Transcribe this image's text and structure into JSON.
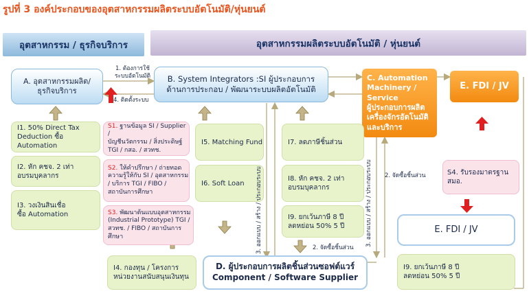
{
  "title": "รูปที่ 3 องค์ประกอบของอุตสาหกรรมผลิตระบบอัตโนมัติ/หุ่นยนต์",
  "bands": {
    "left": "อุตสาหกรรม / ธุรกิจบริการ",
    "right": "อุตสาหกรรมผลิตระบบอัตโนมัติ / หุ่นยนต์"
  },
  "boxes": {
    "a": "A. อุตสาหกรรมผลิต/\nธุรกิจบริการ",
    "b": "B. System Integrators :SI ผู้ประกอบการ\nด้านการประกอบ / พัฒนาระบบผลิตอัตโนมัติ",
    "c": "C. Automation\nMachinery /\nService\nผู้ประกอบการผลิต\nเครื่องจักรอัตโนมัติ\nและบริการ",
    "d": "D. ผู้ประกอบการผลิตชิ้นส่วนซอฟต์แวร์\nComponent / Software Supplier",
    "e_top": "E. FDI / JV",
    "e_mid": "E. FDI / JV"
  },
  "incentives": {
    "i1": "I1. 50% Direct Tax\nDeduction ซื้อ Automation",
    "i2": "I2. หัก คชจ. 2 เท่า\nอบรมบุคลากร",
    "i3": "I3. วงเงินสินเชื่อ\nซื้อ Automation",
    "i4": "I4. กองทุน / โครงการ\nหน่วยงานสนับสนุนเงินทุน",
    "i5": "I5. Matching Fund",
    "i6": "I6. Soft Loan",
    "i7": "I7. ลดภาษีชิ้นส่วน",
    "i8": "I8. หัก คชจ. 2 เท่า\nอบรมบุคลากร",
    "i9a": "I9. ยกเว้นภาษี 8 ปี\nลดหย่อน 50% 5 ปี",
    "i9b": "I9. ยกเว้นภาษี 8 ปี\nลดหย่อน 50% 5 ปี"
  },
  "supports": {
    "s1_code": "S1.",
    "s1": "ฐานข้อมูล SI / Supplier /\nบัญชีนวัตกรรม / สิ่งประดิษฐ์\nTGI / กสอ. / สวทช.",
    "s2_code": "S2.",
    "s2": "ให้คำปรึกษา / ถ่ายทอด\nความรู้ให้กับ SI / อุตสาหกรรม\n/ บริการ TGI / FIBO /\nสถาบันการศึกษา",
    "s3_code": "S3.",
    "s3": "พัฒนาต้นแบบอุตสาหกรรม\n(Industrial Prototype) TGI /\nสวทช. / FIBO / สถาบันการศึกษา",
    "s4": "S4. รับรองมาตรฐาน\nสมอ."
  },
  "flows": {
    "f1": "1. ต้องการใช้\nระบบอัตโนมัติ",
    "f4": "4. ติดตั้งระบบ",
    "f2_top": "2. จัดซื้อชิ้นส่วน",
    "f2_bottom": "2. จัดซื้อชิ้นส่วน",
    "f3_left": "3. ออกแบบ / สร้าง /\nประกอบระบบ",
    "f3_right": "3. ออกแบบ / สร้าง /\nประกอบระบบ"
  },
  "colors": {
    "title": "#e8541e",
    "accent_red": "#e02020",
    "arrow_olive": "#8a7d4a",
    "orange": "#f28a10"
  }
}
